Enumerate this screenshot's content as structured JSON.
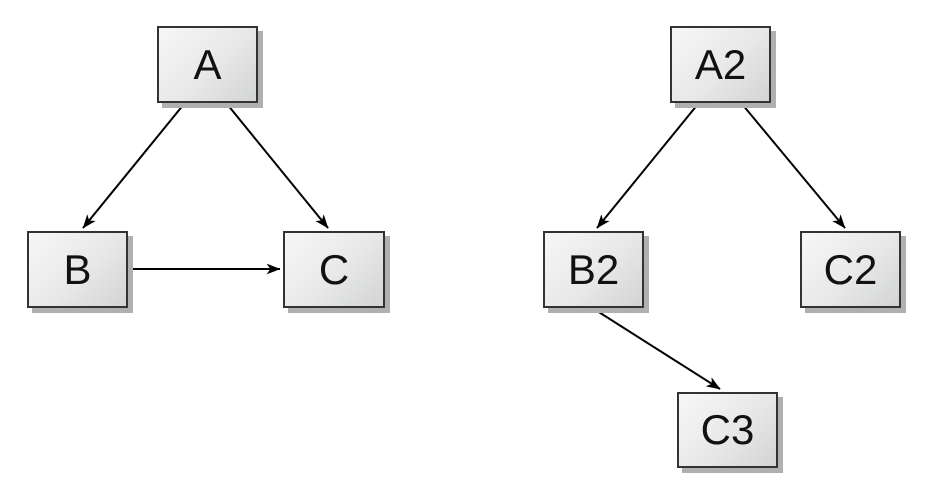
{
  "diagram": {
    "background_color": "#ffffff",
    "node_style": {
      "fill_top": "#f7f7f7",
      "fill_bottom": "#d3d4d5",
      "border_color": "#333333",
      "shadow_color": "#b0b0b0",
      "text_color": "#111111"
    },
    "edge_style": {
      "line_color": "#000000",
      "arrowhead": "filled-barb"
    },
    "graphs": [
      {
        "name": "left-graph",
        "nodes": [
          {
            "id": "A",
            "label": "A"
          },
          {
            "id": "B",
            "label": "B"
          },
          {
            "id": "C",
            "label": "C"
          }
        ],
        "edges": [
          {
            "from": "A",
            "to": "B"
          },
          {
            "from": "A",
            "to": "C"
          },
          {
            "from": "B",
            "to": "C"
          }
        ]
      },
      {
        "name": "right-graph",
        "nodes": [
          {
            "id": "A2",
            "label": "A2"
          },
          {
            "id": "B2",
            "label": "B2"
          },
          {
            "id": "C2",
            "label": "C2"
          },
          {
            "id": "C3",
            "label": "C3"
          }
        ],
        "edges": [
          {
            "from": "A2",
            "to": "B2"
          },
          {
            "from": "A2",
            "to": "C2"
          },
          {
            "from": "B2",
            "to": "C3"
          }
        ]
      }
    ]
  }
}
